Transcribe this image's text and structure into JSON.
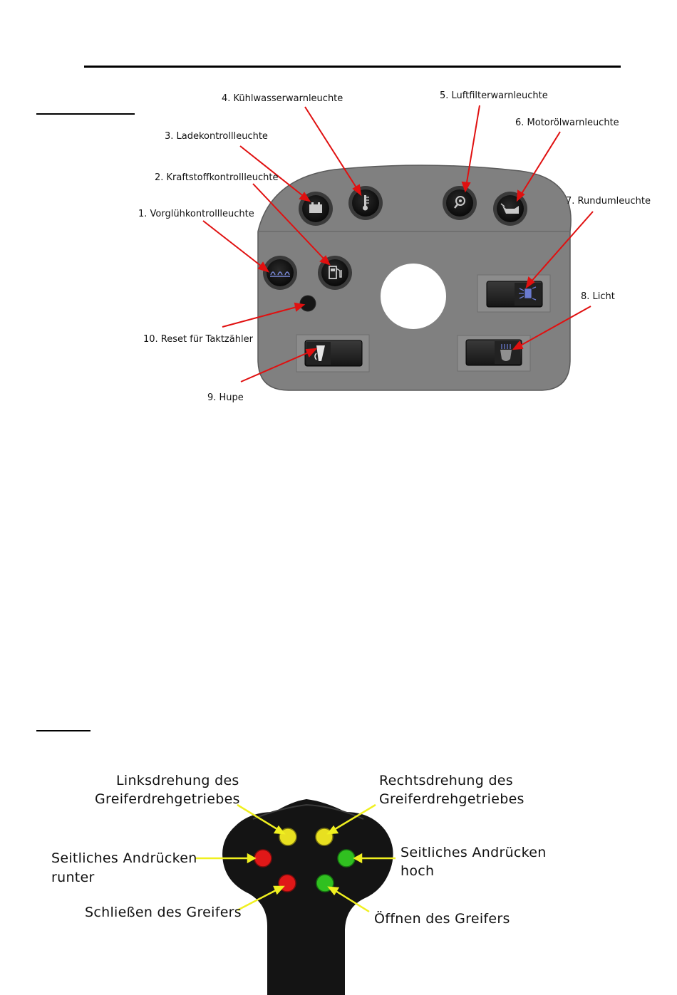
{
  "panel": {
    "labels": [
      "1. Vorglühkontrollleuchte",
      "2. Kraftstoffkontrollleuchte",
      "3. Ladekontrollleuchte",
      "4. Kühlwasserwarnleuchte",
      "5. Luftfilterwarnleuchte",
      "6. Motorölwarnleuchte",
      "7. Rundumleuchte",
      "8. Licht",
      "9. Hupe",
      "10. Reset für Taktzähler"
    ],
    "icons": {
      "glow": "glow-plug-icon",
      "fuel": "fuel-pump-icon",
      "battery": "battery-icon",
      "coolant": "coolant-temperature-icon",
      "air_filter": "air-filter-icon",
      "oil": "oil-can-icon",
      "beacon": "rotating-beacon-icon",
      "light": "headlight-icon",
      "horn": "horn-icon"
    },
    "colors": {
      "panel": "#808080",
      "arrow": "#e01010"
    }
  },
  "joystick": {
    "labels": {
      "links_line1": "Linksdrehung des",
      "links_line2": "Greiferdrehgetriebes",
      "rechts_line1": "Rechtsdrehung des",
      "rechts_line2": "Greiferdrehgetriebes",
      "runter_line1": "Seitliches Andrücken",
      "runter_line2": "runter",
      "hoch_line1": "Seitliches Andrücken",
      "hoch_line2": "hoch",
      "schliessen": "Schließen des Greifers",
      "oeffnen": "Öffnen des Greifers"
    },
    "colors": {
      "yellow": "#e8e020",
      "red": "#e01818",
      "green": "#30c020",
      "leader": "#f0f020",
      "body": "#141414"
    }
  }
}
